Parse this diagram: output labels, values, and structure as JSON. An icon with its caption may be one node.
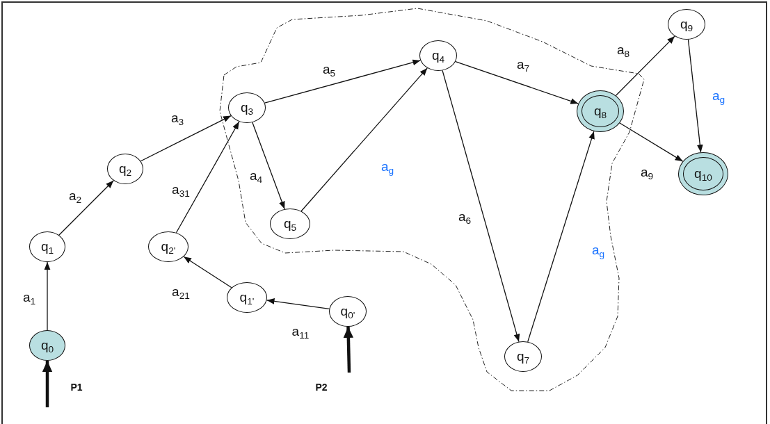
{
  "diagram": {
    "nodes": [
      {
        "text": [
          "q$_{0}$"
        ]
      },
      {
        "text": [
          "q$_{1}$"
        ]
      },
      {
        "text": [
          "q$_{2}$"
        ]
      },
      {
        "text": [],
        "shape": "cloud"
      },
      {
        "text": [
          "q$_{3}$"
        ],
        "in": 3
      },
      {
        "text": [
          "q$_{4}$"
        ],
        "in": 3
      },
      {
        "text": [
          "q$_{5}$"
        ],
        "in": 3
      },
      {
        "text": [
          "q$_{7}$"
        ],
        "in": 3
      },
      {
        "text": [
          "q$_{8}$"
        ],
        "in": 3
      },
      {
        "text": [
          "q$_{9}$"
        ]
      },
      {
        "text": [
          "q$_{10}$"
        ]
      },
      {
        "text": [
          "q$_{2'}$"
        ]
      },
      {
        "text": [
          "q$_{1'}$"
        ]
      },
      {
        "text": [
          "q$_{0'}$"
        ]
      }
    ],
    "edges": [
      {
        "from": null,
        "to": 0,
        "arrow": "to",
        "label": "P1",
        "style": "thick"
      },
      {
        "from": 0,
        "to": 1,
        "arrow": "to",
        "label": "a$_{1}$"
      },
      {
        "from": 1,
        "to": 2,
        "arrow": "to",
        "label": "a$_{2}$"
      },
      {
        "from": 2,
        "to": 4,
        "arrow": "to",
        "label": "a$_{3}$"
      },
      {
        "from": 4,
        "to": 6,
        "arrow": "to",
        "label": "a$_{4}$"
      },
      {
        "from": 4,
        "to": 5,
        "arrow": "to",
        "label": "a$_{5}$"
      },
      {
        "from": 6,
        "to": 5,
        "arrow": "to",
        "label": "a$_{g}$"
      },
      {
        "from": 5,
        "to": 7,
        "arrow": "to",
        "label": "a$_{6}$"
      },
      {
        "from": 5,
        "to": 8,
        "arrow": "to",
        "label": "a$_{7}$"
      },
      {
        "from": 7,
        "to": 8,
        "arrow": "to",
        "label": "a$_{g}$"
      },
      {
        "from": 8,
        "to": 9,
        "arrow": "to",
        "label": "a$_{8}$"
      },
      {
        "from": 8,
        "to": 10,
        "arrow": "to",
        "label": "a$_{9}$"
      },
      {
        "from": 9,
        "to": 10,
        "arrow": "to",
        "label": "a$_{g}$"
      },
      {
        "from": 11,
        "to": 4,
        "arrow": "to",
        "label": "a$_{31}$"
      },
      {
        "from": 12,
        "to": 11,
        "arrow": "to",
        "label": "a$_{21}$"
      },
      {
        "from": 13,
        "to": 12,
        "arrow": "to",
        "label": "a$_{11}$"
      },
      {
        "from": null,
        "to": 13,
        "arrow": "to",
        "label": "P2",
        "style": "thick"
      }
    ]
  }
}
